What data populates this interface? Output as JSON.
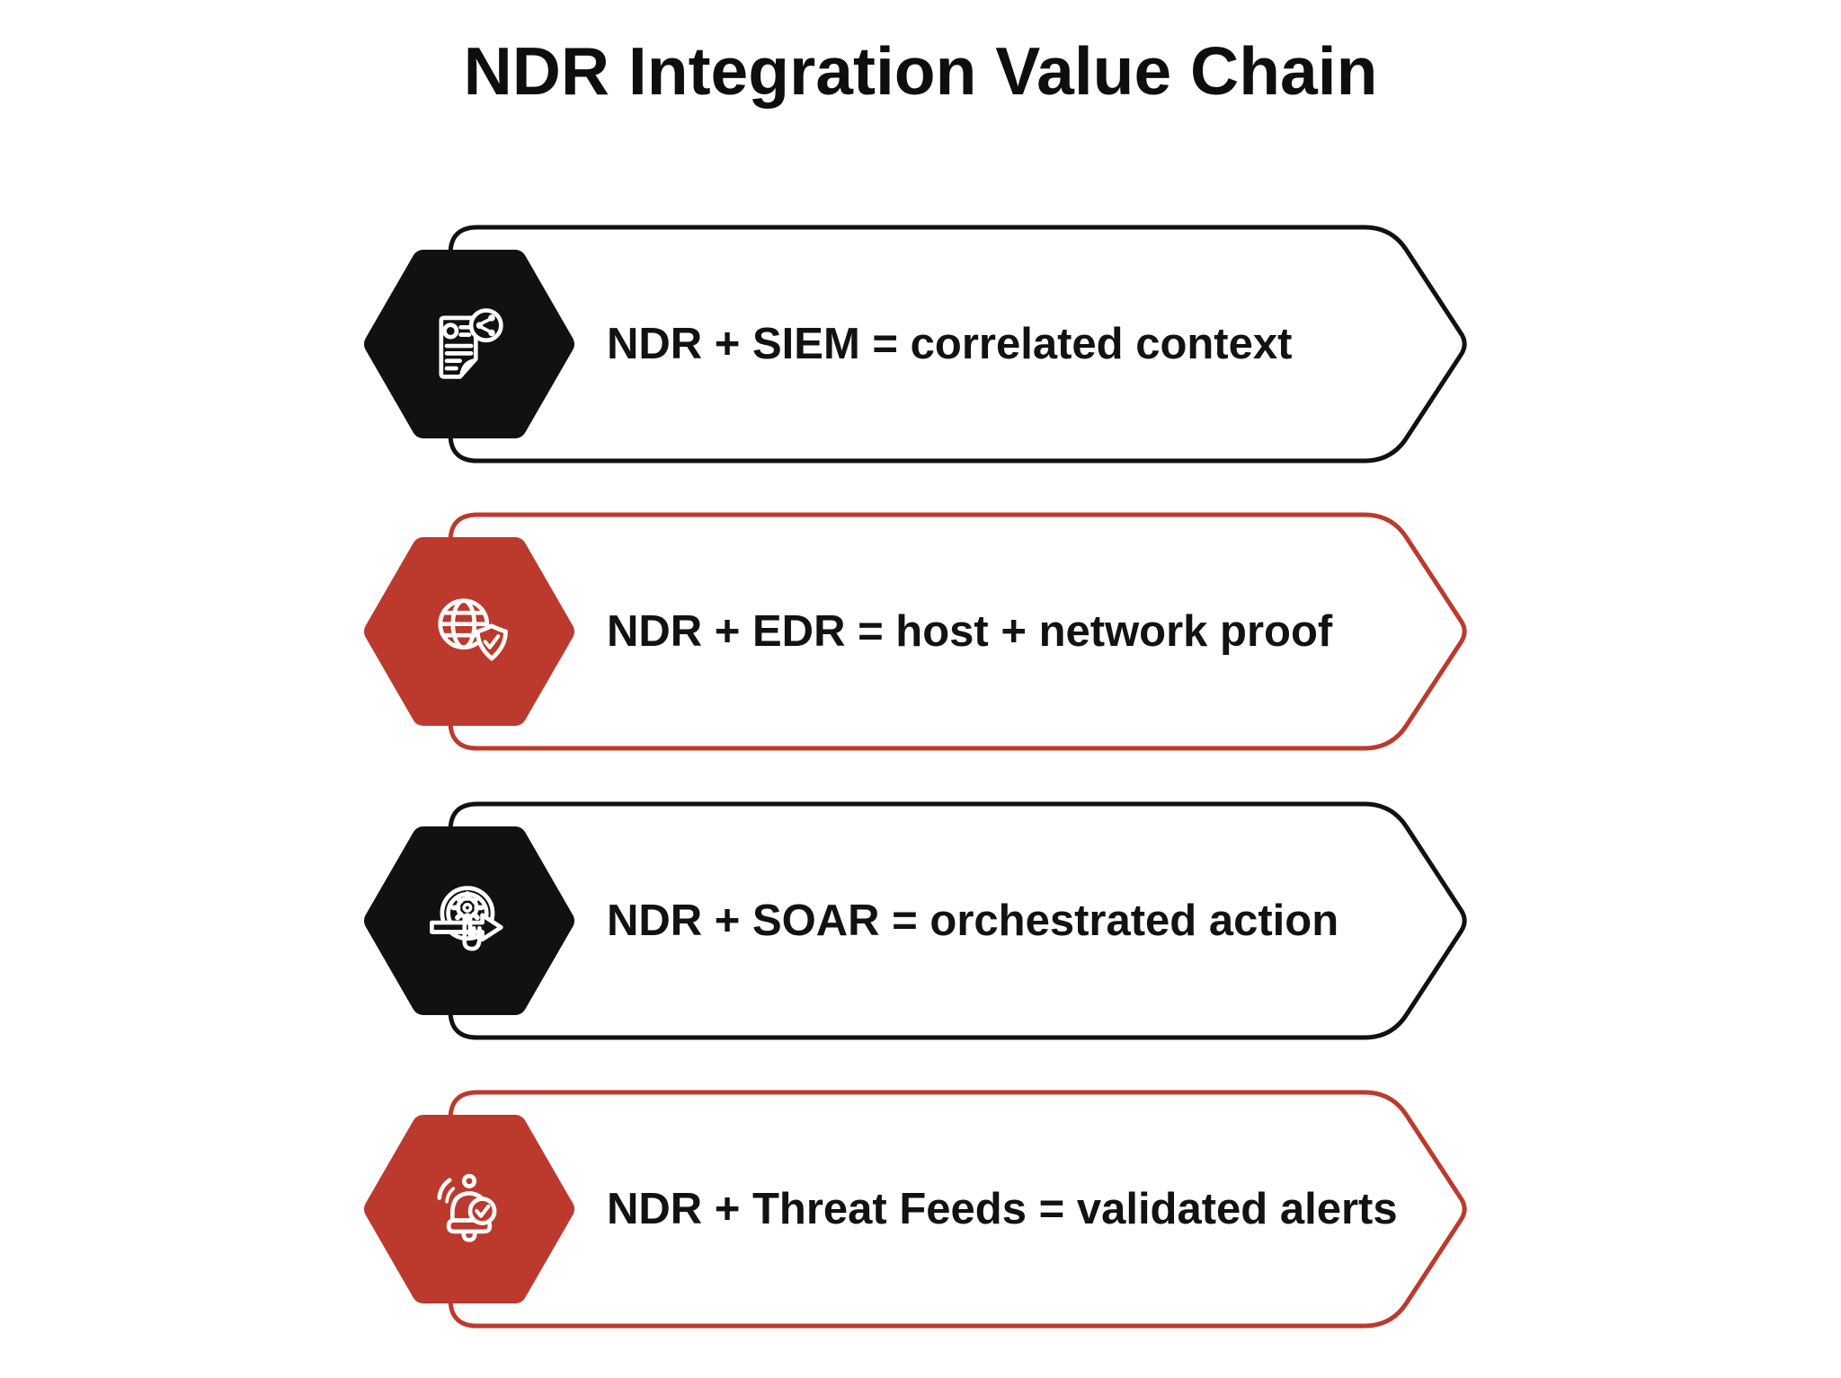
{
  "title": "NDR Integration Value Chain",
  "rows": [
    {
      "label": "NDR + SIEM = correlated context",
      "accent": "black",
      "icon": "document-share-icon"
    },
    {
      "label": "NDR + EDR = host + network proof",
      "accent": "red",
      "icon": "globe-shield-icon"
    },
    {
      "label": "NDR + SOAR = orchestrated action",
      "accent": "black",
      "icon": "gear-hand-arrow-icon"
    },
    {
      "label": "NDR + Threat Feeds = validated alerts",
      "accent": "red",
      "icon": "bell-check-icon"
    }
  ],
  "colors": {
    "black": "#111111",
    "red": "#bc3a2d",
    "background": "#ffffff",
    "text": "#121212"
  }
}
